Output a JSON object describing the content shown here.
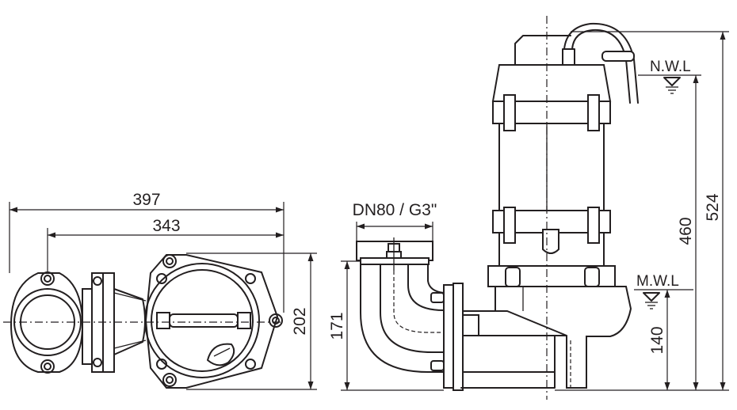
{
  "dimensions": {
    "overall_width": "397",
    "bolt_span": "343",
    "flange_height": "202",
    "outlet_label": "DN80 / G3\"",
    "outlet_height": "171",
    "overall_height": "524",
    "nwl_height": "460",
    "mwl_height": "140"
  },
  "levels": {
    "nwl": "N.W.L",
    "mwl": "M.W.L"
  },
  "colors": {
    "line": "#231f20",
    "background": "#ffffff"
  }
}
